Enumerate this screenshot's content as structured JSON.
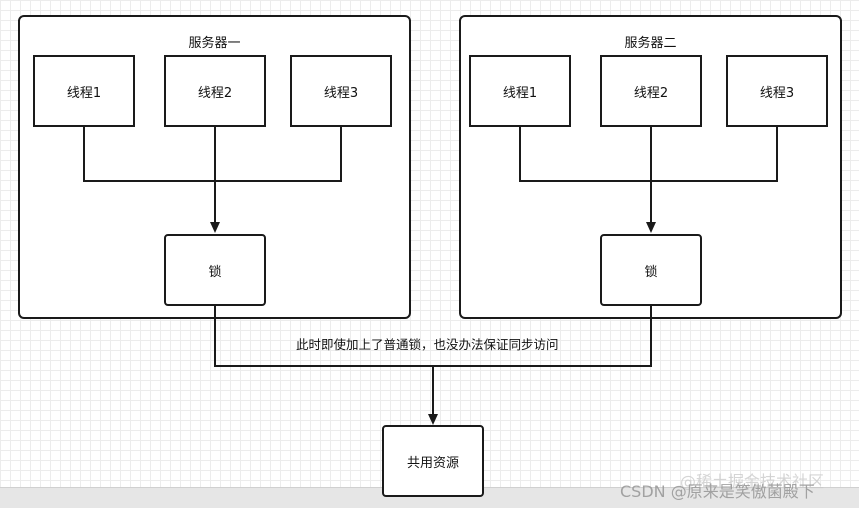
{
  "server1": {
    "title": "服务器一",
    "threads": [
      "线程1",
      "线程2",
      "线程3"
    ],
    "lock": "锁"
  },
  "server2": {
    "title": "服务器二",
    "threads": [
      "线程1",
      "线程2",
      "线程3"
    ],
    "lock": "锁"
  },
  "note": "此时即使加上了普通锁，也没办法保证同步访问",
  "shared_resource": "共用资源",
  "watermark": {
    "csdn": "CSDN @原来是笑傲菌殿下",
    "juejin": "@稀土掘金技术社区"
  }
}
